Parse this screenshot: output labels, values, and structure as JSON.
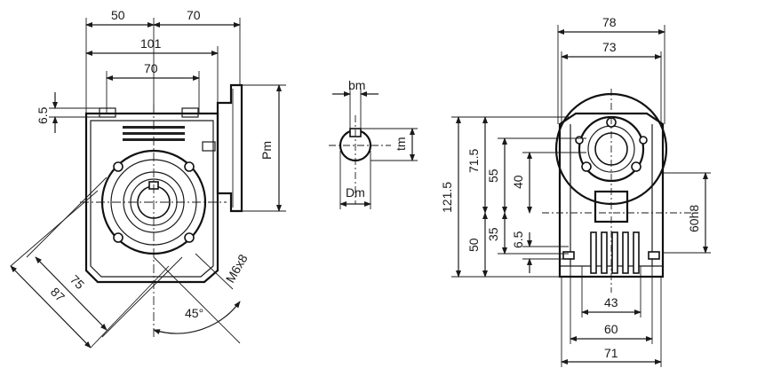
{
  "left_view": {
    "dims": [
      "50",
      "70",
      "101",
      "70",
      "6.5",
      "Pm",
      "75",
      "87",
      "45°",
      "M6x8"
    ]
  },
  "shaft_view": {
    "dims": [
      "bm",
      "tm",
      "Dm"
    ]
  },
  "right_view": {
    "dims": [
      "78",
      "73",
      "121.5",
      "71.5",
      "55",
      "40",
      "50",
      "35",
      "6.5",
      "60h8",
      "43",
      "60",
      "71"
    ]
  }
}
